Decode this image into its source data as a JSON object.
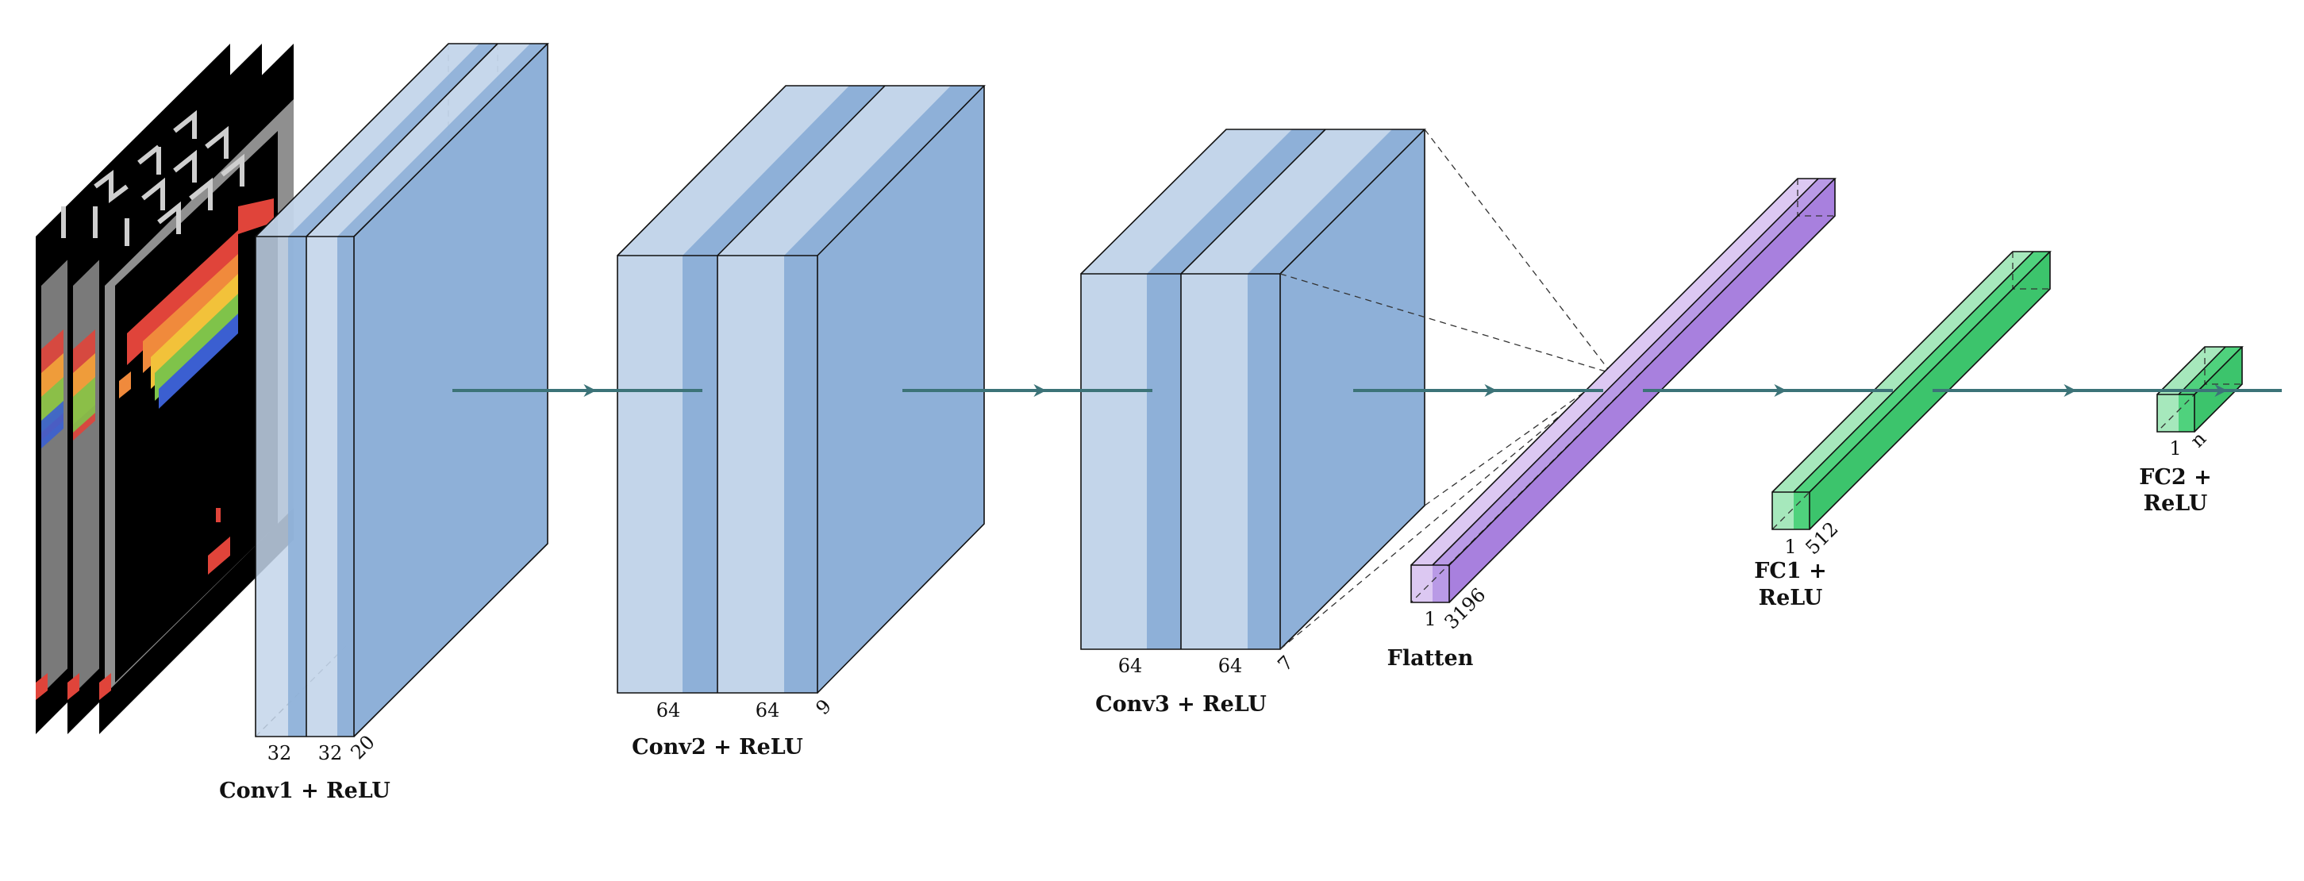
{
  "colors": {
    "conv_light": "#c3d5ea",
    "conv_mid": "#8eb0d8",
    "conv_side": "#8aaed6",
    "flat_light": "#dcc8f2",
    "flat_mid": "#b99ae6",
    "flat_side": "#a880de",
    "fc_light": "#a6e8bc",
    "fc_mid": "#4fd27d",
    "fc_side": "#3cc46c",
    "arrow": "#3c7378"
  },
  "input_frames": {
    "score_rows": [
      "1 2 n1n",
      "1 k Ran",
      "1 k 2d1"
    ],
    "icon": "atari-breakout-frame-icon"
  },
  "layers": {
    "conv1": {
      "caption": "Conv1 + ReLU",
      "dims": [
        "32",
        "32",
        "20"
      ]
    },
    "conv2": {
      "caption": "Conv2 + ReLU",
      "dims": [
        "64",
        "64",
        "9"
      ]
    },
    "conv3": {
      "caption": "Conv3 + ReLU",
      "dims": [
        "64",
        "64",
        "7"
      ]
    },
    "flatten": {
      "caption": "Flatten",
      "dims": [
        "1",
        "3196"
      ]
    },
    "fc1": {
      "caption_lines": [
        "FC1 +",
        "ReLU"
      ],
      "dims": [
        "1",
        "512"
      ]
    },
    "fc2": {
      "caption_lines": [
        "FC2 +",
        "ReLU"
      ],
      "dims": [
        "1",
        "n"
      ]
    }
  }
}
